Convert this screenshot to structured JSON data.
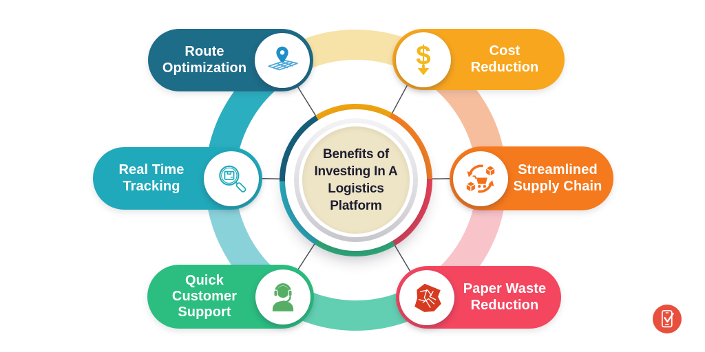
{
  "center": {
    "label": "Benefits of\nInvesting In A\nLogistics\nPlatform",
    "bg_color": "#EEE5C6",
    "text_color": "#1D1D30"
  },
  "pills": [
    {
      "label": "Route\nOptimization",
      "color": "#1D6C88",
      "icon": "map-route-pin-icon",
      "icon_color": "#4FA8D8",
      "icon_accent": "#1E8FC8",
      "icon_side": "right"
    },
    {
      "label": "Cost\nReduction",
      "color": "#F8A61E",
      "icon": "dollar-decrease-icon",
      "icon_color": "#F4B71D",
      "icon_glyph": "$",
      "icon_side": "left"
    },
    {
      "label": "Real Time\nTracking",
      "color": "#20A9BA",
      "icon": "package-search-icon",
      "icon_color": "#1FA9BB",
      "icon_side": "right"
    },
    {
      "label": "Streamlined\nSupply Chain",
      "color": "#F5791D",
      "icon": "supply-chain-cycle-icon",
      "icon_color": "#F4711C",
      "icon_side": "left"
    },
    {
      "label": "Quick\nCustomer\nSupport",
      "color": "#2BBE80",
      "icon": "support-agent-icon",
      "icon_color": "#56AE65",
      "icon_side": "right"
    },
    {
      "label": "Paper Waste\nReduction",
      "color": "#F4465F",
      "icon": "crumpled-paper-icon",
      "icon_color": "#D63A20",
      "icon_side": "left"
    }
  ],
  "outer_ring": {
    "segments": [
      {
        "position": "top",
        "color": "#F7E3A8"
      },
      {
        "position": "upper-right",
        "color": "#F6BE9D"
      },
      {
        "position": "lower-right",
        "color": "#F8C3C9"
      },
      {
        "position": "bottom",
        "color": "#62CEB2"
      },
      {
        "position": "lower-left",
        "color": "#8AD2DA"
      },
      {
        "position": "upper-left",
        "color": "#2BAEBF"
      }
    ]
  },
  "medallion_ring": {
    "segments": [
      {
        "position": "top",
        "color": "#F0A410"
      },
      {
        "position": "upper-right",
        "color": "#F57E20"
      },
      {
        "position": "lower-right",
        "color": "#EF4058"
      },
      {
        "position": "bottom",
        "color": "#2BBE82"
      },
      {
        "position": "lower-left",
        "color": "#27AEC2"
      },
      {
        "position": "upper-left",
        "color": "#155F7B"
      }
    ]
  },
  "connectors": {
    "color": "#4F4F58"
  },
  "logo": {
    "name": "phone-check-logo",
    "bg": "#E94F3D"
  }
}
